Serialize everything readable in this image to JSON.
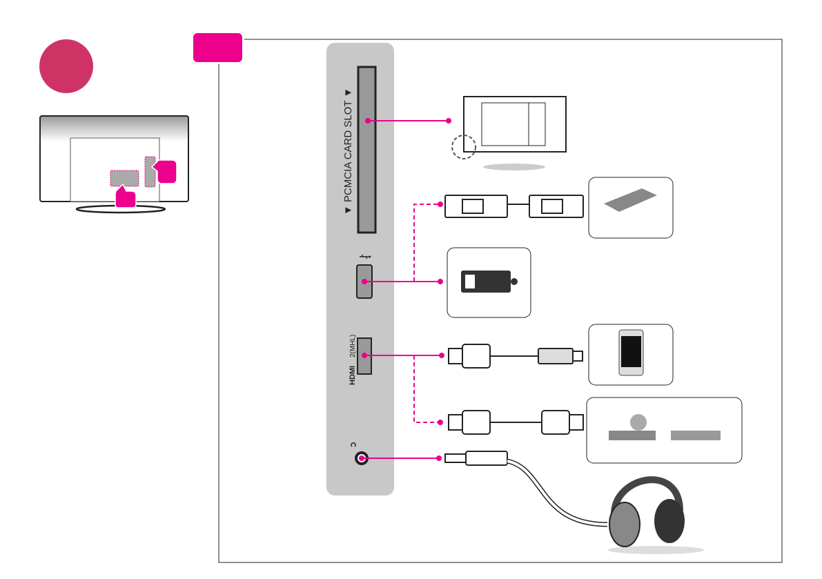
{
  "colors": {
    "accent": "#ec008c",
    "badge": "#cf3366",
    "panel": "#c8c8c8",
    "line": "#222222"
  },
  "panel": {
    "pcmcia_label": "▼ PCMCIA CARD SLOT ▼",
    "hdmi_logo": "HDMI",
    "hdmi_port_label": "2(MHL)"
  },
  "icons": [
    "usb-icon",
    "headphone-icon",
    "pcmcia-card-icon",
    "usb-drive-icon",
    "hard-drive-icon",
    "smartphone-icon",
    "dvd-player-icon",
    "set-top-box-icon",
    "headphones-icon",
    "tv-back-icon"
  ]
}
